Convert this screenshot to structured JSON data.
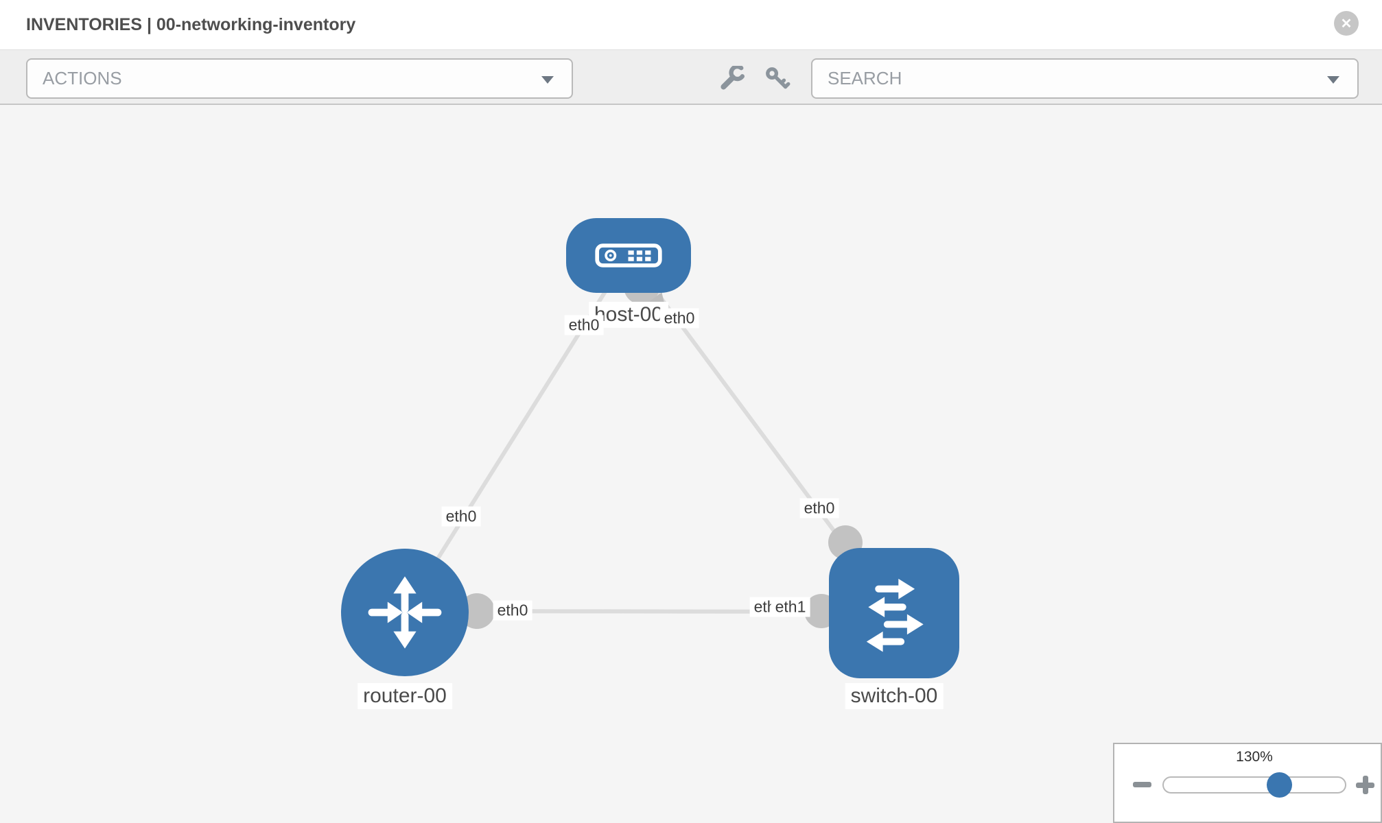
{
  "header": {
    "title": "INVENTORIES | 00-networking-inventory",
    "close_label": "✕"
  },
  "toolbar": {
    "actions_placeholder": "ACTIONS",
    "search_placeholder": "SEARCH",
    "icons": [
      "wrench-icon",
      "key-icon"
    ]
  },
  "topology": {
    "nodes": [
      {
        "id": "host-00",
        "label": "host-00",
        "type": "host",
        "icon": "server-icon"
      },
      {
        "id": "router-00",
        "label": "router-00",
        "type": "router",
        "icon": "router-arrows-icon"
      },
      {
        "id": "switch-00",
        "label": "switch-00",
        "type": "switch",
        "icon": "switch-arrows-icon"
      }
    ],
    "links": [
      {
        "source": "host-00",
        "source_port": "eth0",
        "target": "router-00",
        "target_port": "eth0"
      },
      {
        "source": "host-00",
        "source_port": "eth0",
        "target": "switch-00",
        "target_port": "eth0"
      },
      {
        "source": "router-00",
        "source_port": "eth0",
        "target": "switch-00",
        "target_port": "eth1"
      }
    ],
    "port_labels": [
      {
        "text": "eth0",
        "near": "host-00",
        "link": "host-router"
      },
      {
        "text": "eth0",
        "near": "host-00",
        "link": "host-switch"
      },
      {
        "text": "eth0",
        "near": "router-00",
        "link": "host-router"
      },
      {
        "text": "eth0",
        "near": "switch-00",
        "link": "host-switch"
      },
      {
        "text": "eth0",
        "near": "router-00",
        "link": "router-switch"
      },
      {
        "text": "eth0",
        "near": "switch-00",
        "link": "router-switch"
      },
      {
        "text": "eth1",
        "near": "switch-00",
        "link": "router-switch"
      }
    ]
  },
  "zoom_control": {
    "level": "130%"
  },
  "colors": {
    "node_blue": "#3b76af",
    "link_gray": "#dcdcdc",
    "connector_gray": "#c2c2c2",
    "canvas_bg": "#f5f5f5",
    "toolbar_bg": "#eeeeee",
    "header_bg": "#ffffff"
  }
}
